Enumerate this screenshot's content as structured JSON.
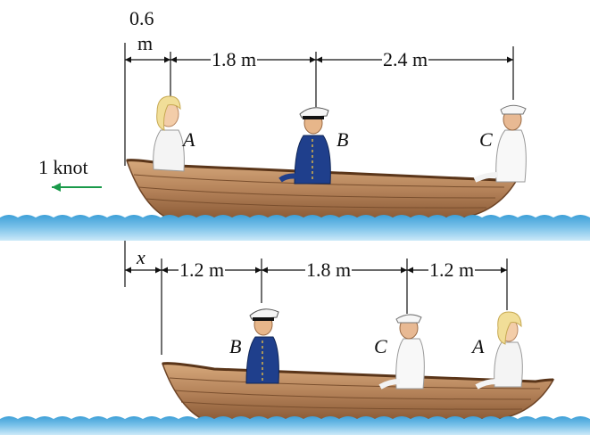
{
  "top_scene": {
    "dim_left": "0.6 m",
    "dim_left_line1": "0.6",
    "dim_left_line2": "m",
    "dim_ab": "1.8 m",
    "dim_bc": "2.4 m",
    "label_a": "A",
    "label_b": "B",
    "label_c": "C",
    "speed_label": "1 knot"
  },
  "bottom_scene": {
    "dim_x": "x",
    "dim_1": "1.2 m",
    "dim_2": "1.8 m",
    "dim_3": "1.2 m",
    "label_b": "B",
    "label_c": "C",
    "label_a": "A"
  },
  "colors": {
    "water": "#4aa8dc",
    "water_light": "#a9daf3",
    "boat_hull": "#b5835a",
    "boat_dark": "#7a4f2e",
    "captain_coat": "#1f3f8c",
    "velocity_arrow": "#1a9a4a"
  }
}
